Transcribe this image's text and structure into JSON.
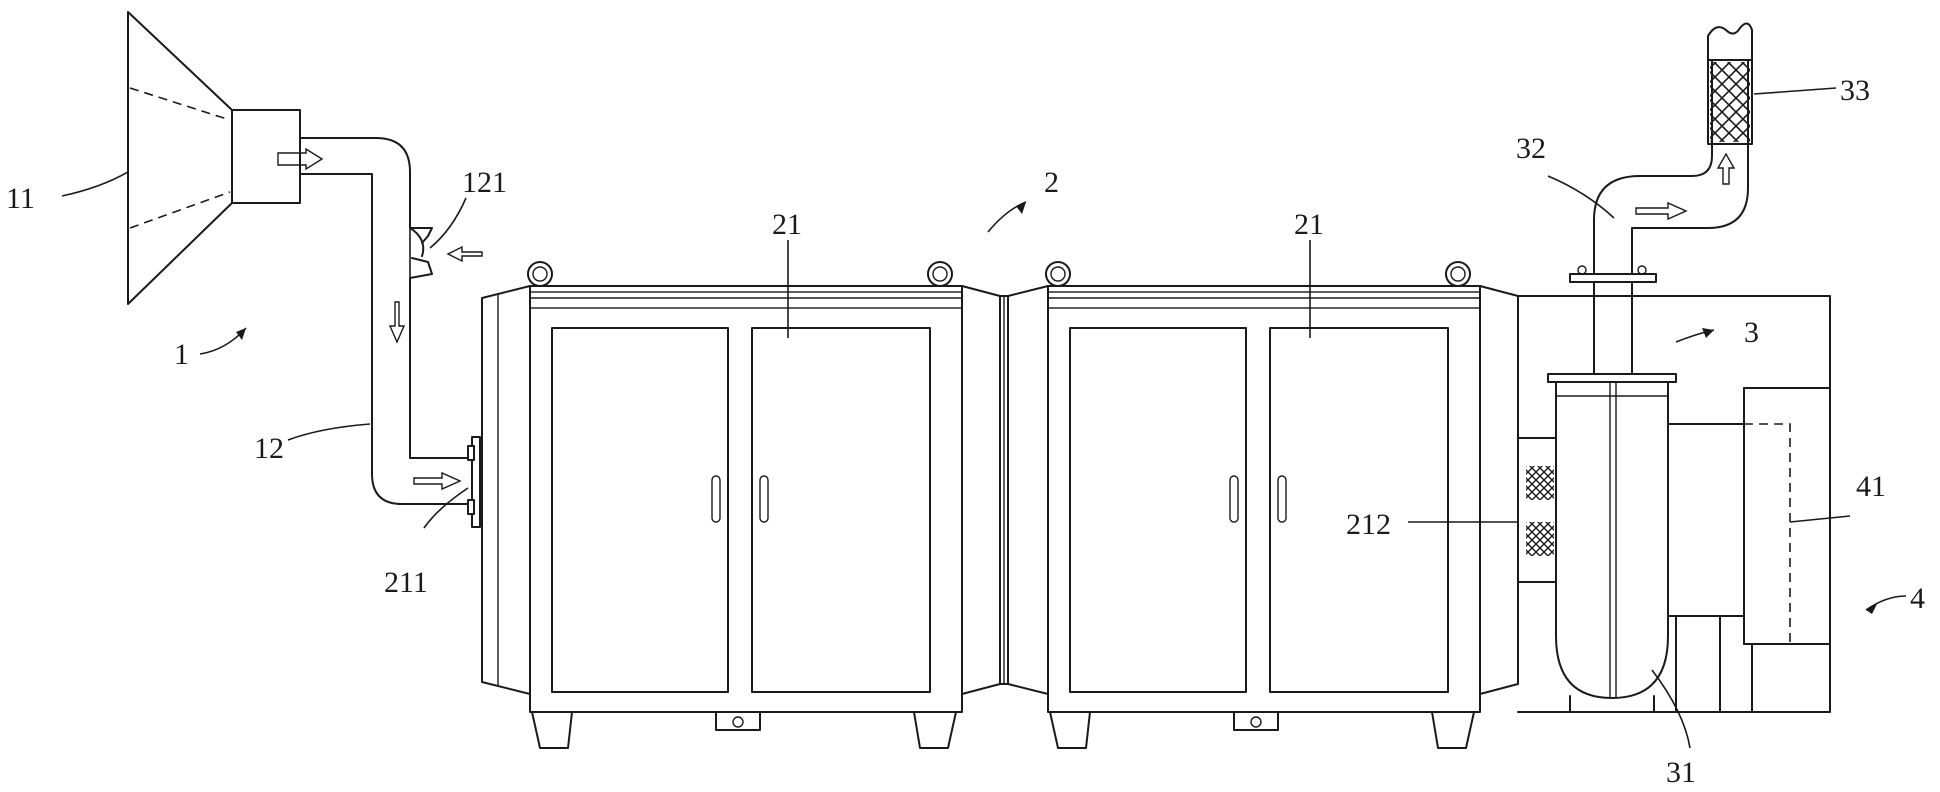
{
  "labels": {
    "l1": "1",
    "l11": "11",
    "l12": "12",
    "l121": "121",
    "l2": "2",
    "l21a": "21",
    "l21b": "21",
    "l211": "211",
    "l212": "212",
    "l3": "3",
    "l31": "31",
    "l32": "32",
    "l33": "33",
    "l4": "4",
    "l41": "41"
  }
}
